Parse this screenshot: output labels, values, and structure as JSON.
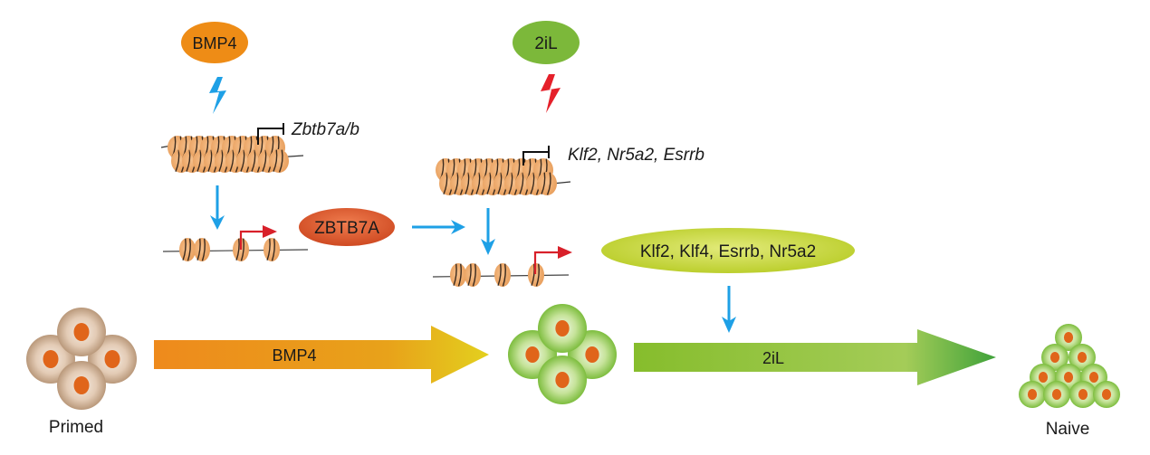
{
  "title": "BMP4 and 2iL mediated primed-to-naive transition diagram",
  "colors": {
    "bmp4_oval": "#ee8c16",
    "twoil_oval": "#7cb83a",
    "zbtb7a_oval": "#d9542a",
    "tf_oval": "#c8d638",
    "activation_arrow": "#1ea0e6",
    "inhibition_bolt": "#e5202a",
    "tss_arrow": "#d8202a",
    "nucleosome": "#f2b27a",
    "nucleus": "#e0651a",
    "primed_cell": "#c9a98a",
    "green_cell": "#8cc84a"
  },
  "signals": {
    "bmp4": "BMP4",
    "twoil": "2iL"
  },
  "genes": {
    "zbtb7": "Zbtb7a/b",
    "naive_genes": "Klf2, Nr5a2, Esrrb"
  },
  "proteins": {
    "zbtb7a": "ZBTB7A",
    "naive_tfs": "Klf2, Klf4, Esrrb, Nr5a2"
  },
  "transitions": {
    "step1": "BMP4",
    "step2": "2iL"
  },
  "states": {
    "start": "Primed",
    "end": "Naive"
  }
}
